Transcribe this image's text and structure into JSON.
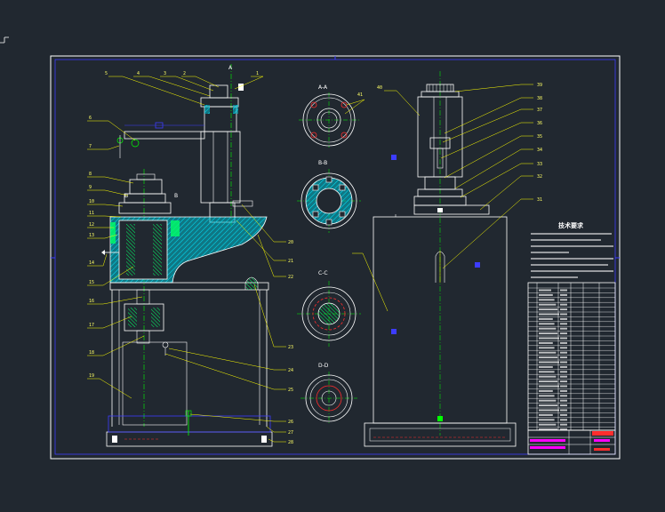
{
  "drawing": {
    "colors": {
      "background": "#212830",
      "frame": "#ffffff",
      "border": "#3c3cff",
      "part_outline": "#ffffff",
      "leader": "#ffff00",
      "centerline": "#00ff00",
      "hatch": "#00e5ff",
      "dimension": "#ff2d2d",
      "title_accent": "#ff00ff"
    },
    "section_labels": [
      "A-A",
      "B-B",
      "C-C",
      "D-D"
    ],
    "notes_title": "技术要求",
    "callouts_left": [
      "5",
      "4",
      "3",
      "2",
      "1",
      "6",
      "7",
      "8",
      "9",
      "10",
      "11",
      "12",
      "13",
      "14",
      "15",
      "16",
      "17",
      "18",
      "19",
      "20",
      "21",
      "22",
      "23",
      "24",
      "25",
      "26",
      "27",
      "28"
    ],
    "callouts_right": [
      "40",
      "39",
      "38",
      "37",
      "36",
      "35",
      "34",
      "33",
      "32",
      "31"
    ]
  }
}
